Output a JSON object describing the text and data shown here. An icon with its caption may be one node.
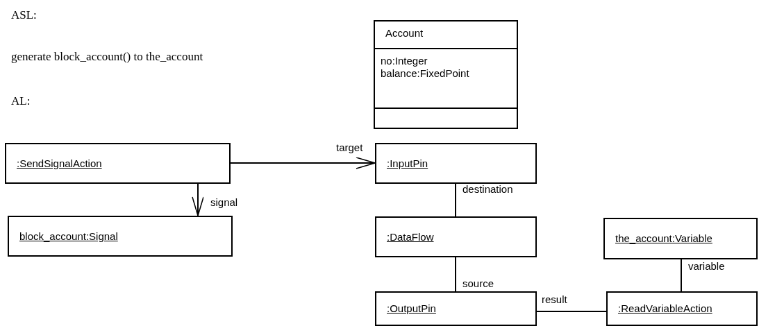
{
  "diagram": {
    "nodes": [
      {
        "text": [
          "Account",
          "no:Integer balance:FixedPoint"
        ]
      },
      {
        "text": [
          ":SendSignalAction"
        ]
      },
      {
        "text": [
          ":InputPin"
        ]
      },
      {
        "text": [
          "block_account:Signal"
        ]
      },
      {
        "text": [
          ":DataFlow"
        ]
      },
      {
        "text": [
          "the_account:Variable"
        ]
      },
      {
        "text": [
          ":OutputPin"
        ]
      },
      {
        "text": [
          ":ReadVariableAction"
        ]
      }
    ],
    "edges": [
      {
        "from": 1,
        "to": 3,
        "arrow": "to",
        "label": "signal"
      },
      {
        "from": 1,
        "to": 2,
        "arrow": "to",
        "label": "target"
      },
      {
        "from": 2,
        "to": 4,
        "arrow": "none",
        "label": "destination"
      },
      {
        "from": 4,
        "to": 6,
        "arrow": "none",
        "label": "source"
      },
      {
        "from": 6,
        "to": 7,
        "arrow": "none",
        "label": "result"
      },
      {
        "from": 5,
        "to": 7,
        "arrow": "none",
        "label": "variable"
      }
    ],
    "labels": [
      "ASL:",
      "generate block_account() to the_account",
      "AL:"
    ]
  }
}
